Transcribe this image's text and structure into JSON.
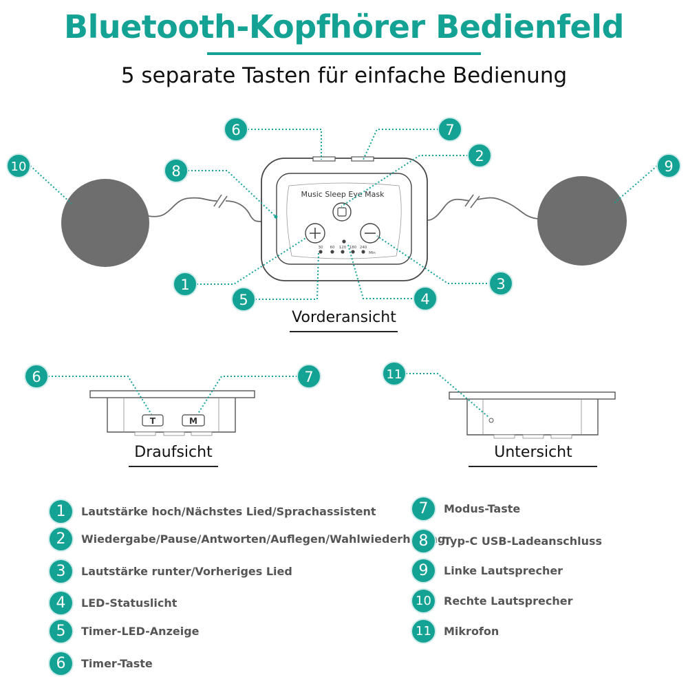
{
  "title": "Bluetooth-Kopfhörer Bedienfeld",
  "subtitle": "5 separate Tasten für einfache Bedienung",
  "colors": {
    "accent": "#13a294",
    "speaker": "#6e6e6e",
    "outline": "#5a5a5a"
  },
  "device": {
    "brand_text": "Music Sleep Eye Mask",
    "timer_values": [
      "30",
      "60",
      "120",
      "180",
      "240"
    ],
    "timer_unit": "Min"
  },
  "views": {
    "front": "Vorderansicht",
    "top": "Draufsicht",
    "bottom": "Untersicht"
  },
  "top_buttons": {
    "timer_key": "T",
    "mode_key": "M"
  },
  "callouts": {
    "c1": "1",
    "c2": "2",
    "c3": "3",
    "c4": "4",
    "c5": "5",
    "c6": "6",
    "c7": "7",
    "c8": "8",
    "c9": "9",
    "c10": "10",
    "c11": "11"
  },
  "legend": [
    {
      "num": "1",
      "text": "Lautstärke hoch/Nächstes Lied/Sprachassistent"
    },
    {
      "num": "2",
      "text": "Wiedergabe/Pause/Antworten/Auflegen/Wahlwiederholung"
    },
    {
      "num": "3",
      "text": "Lautstärke runter/Vorheriges Lied"
    },
    {
      "num": "4",
      "text": "LED-Statuslicht"
    },
    {
      "num": "5",
      "text": "Timer-LED-Anzeige"
    },
    {
      "num": "6",
      "text": "Timer-Taste"
    },
    {
      "num": "7",
      "text": "Modus-Taste"
    },
    {
      "num": "8",
      "text": "Typ-C USB-Ladeanschluss"
    },
    {
      "num": "9",
      "text": "Linke Lautsprecher"
    },
    {
      "num": "10",
      "text": "Rechte Lautsprecher"
    },
    {
      "num": "11",
      "text": "Mikrofon"
    }
  ]
}
